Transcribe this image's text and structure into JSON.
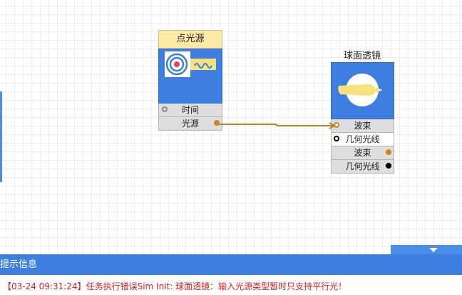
{
  "canvas": {
    "grid": true
  },
  "nodes": {
    "point_light": {
      "title": "点光源",
      "ports": [
        {
          "label": "时间",
          "side": "left",
          "color": "#888888"
        },
        {
          "label": "光源",
          "side": "right",
          "color": "#c9861a"
        }
      ]
    },
    "spherical_lens": {
      "title": "球面透镜",
      "ports": [
        {
          "label": "波束",
          "side": "left",
          "color": "#c9861a"
        },
        {
          "label": "几何光线",
          "side": "left",
          "color": "#000000"
        },
        {
          "label": "波束",
          "side": "right",
          "color": "#c9861a"
        },
        {
          "label": "几何光线",
          "side": "right",
          "color": "#000000"
        }
      ]
    }
  },
  "colors": {
    "node_body": "#3d7ee0",
    "wire": "#b9821c",
    "panel_header": "#3d7ee0",
    "error_text": "#e01e1e"
  },
  "panel": {
    "title": "提示信息",
    "messages": [
      "【03-24 09:31:24】任务执行错误Sim Init: 球面透镜：输入光源类型暂时只支持平行光！"
    ]
  }
}
